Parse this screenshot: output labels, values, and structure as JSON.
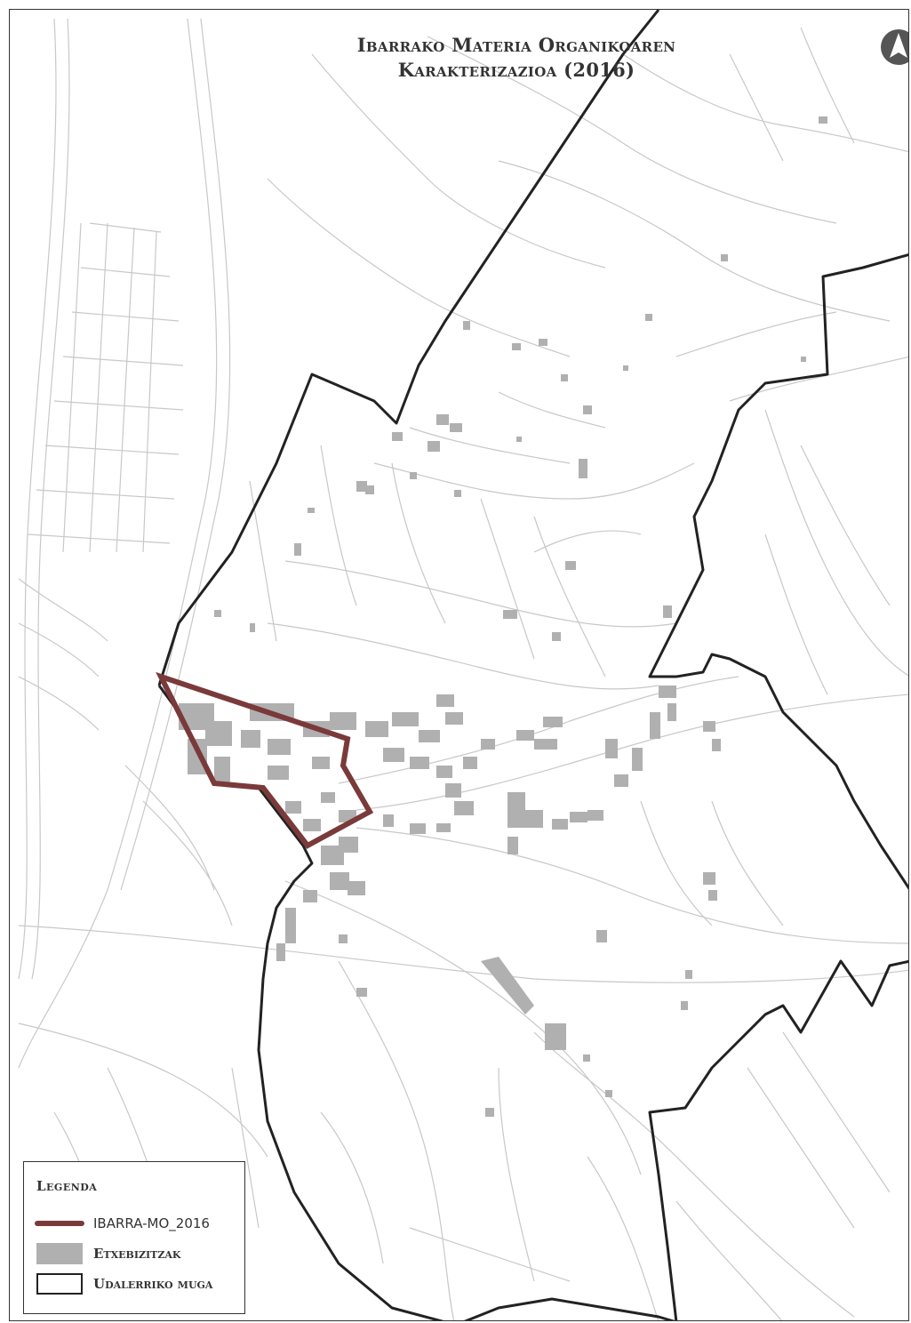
{
  "title": {
    "line1": "Ibarrako Materia Organikoaren",
    "line2": "Karakterizazioa (2016)"
  },
  "north_arrow": {
    "icon": "north-arrow-icon"
  },
  "legend": {
    "title": "Legenda",
    "items": [
      {
        "label": "IBARRA-MO_2016",
        "symbol": "line",
        "color": "#7a3a3a"
      },
      {
        "label": "Etxebizitzak",
        "symbol": "fill",
        "color": "#b0b0b0"
      },
      {
        "label": "Udalerriko muga",
        "symbol": "outline",
        "color": "#222222"
      }
    ]
  },
  "colors": {
    "background": "#ffffff",
    "roads": "#c8c8c8",
    "buildings": "#b0b0b0",
    "municipal_boundary": "#222222",
    "study_area": "#7a3a3a"
  }
}
